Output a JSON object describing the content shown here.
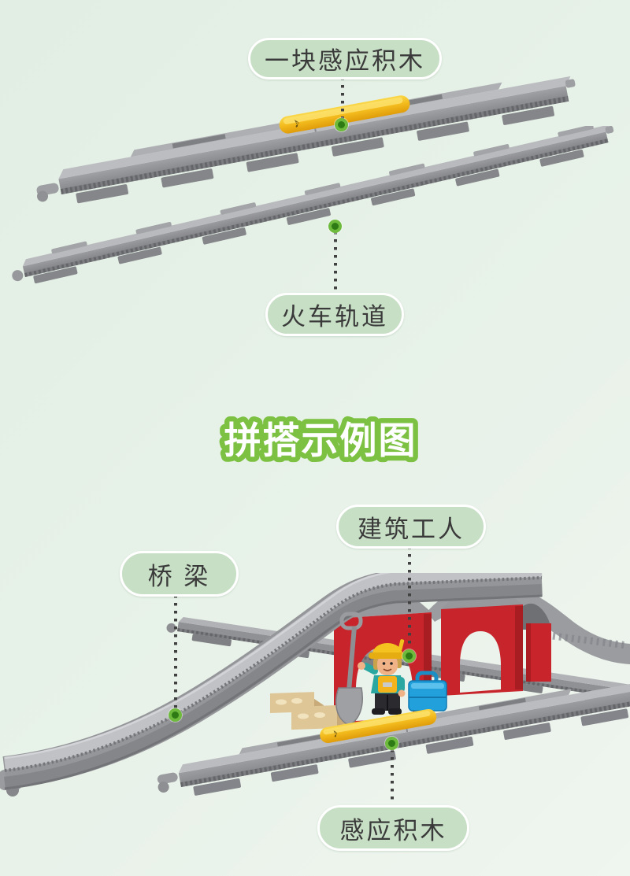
{
  "page": {
    "type": "toy-train-track-product-infographic",
    "background_top": "#e2eee4",
    "background_bottom": "#eff5ef"
  },
  "labels": {
    "sensor_brick_top": "一块感应积木",
    "train_track": "火车轨道",
    "construction_worker": "建筑工人",
    "bridge": "桥 梁",
    "sensor_brick_bottom": "感应积木"
  },
  "section_title": {
    "text": "拼搭示例图",
    "fill": "#ffffff",
    "outline": "#7cc142"
  },
  "styles": {
    "pill_background": "#c7dfc5",
    "pill_border": "#ffffff",
    "pill_text_color": "#3a3a3a",
    "dotted_line_color": "#414141",
    "callout_dot_outer": "#6eba3c",
    "callout_dot_inner": "#2e7a15"
  },
  "illustration": {
    "top_track": {
      "name": "straight-track-with-sensor-brick",
      "track_gray": "#9c9da1",
      "sensor_yellow": "#f3bb1d",
      "sensor_glyph": "♪"
    },
    "second_track": {
      "name": "long-straight-track",
      "track_gray": "#9c9da1"
    },
    "bridge_scene": {
      "name": "assembled-bridge-example",
      "bridge_gray": "#9b9ca0",
      "arch_red": "#c8242b",
      "blocks_tan": "#e2cb9c",
      "suitcase_blue": "#1f98d5",
      "sensor_yellow": "#f3bb1d",
      "sensor_glyph": "♪",
      "worker": {
        "hat": "#f2c11d",
        "shirt": "#2aa7a1",
        "vest": "#f3b31d",
        "pants": "#2b2a2f",
        "skin": "#f0b287"
      }
    }
  }
}
